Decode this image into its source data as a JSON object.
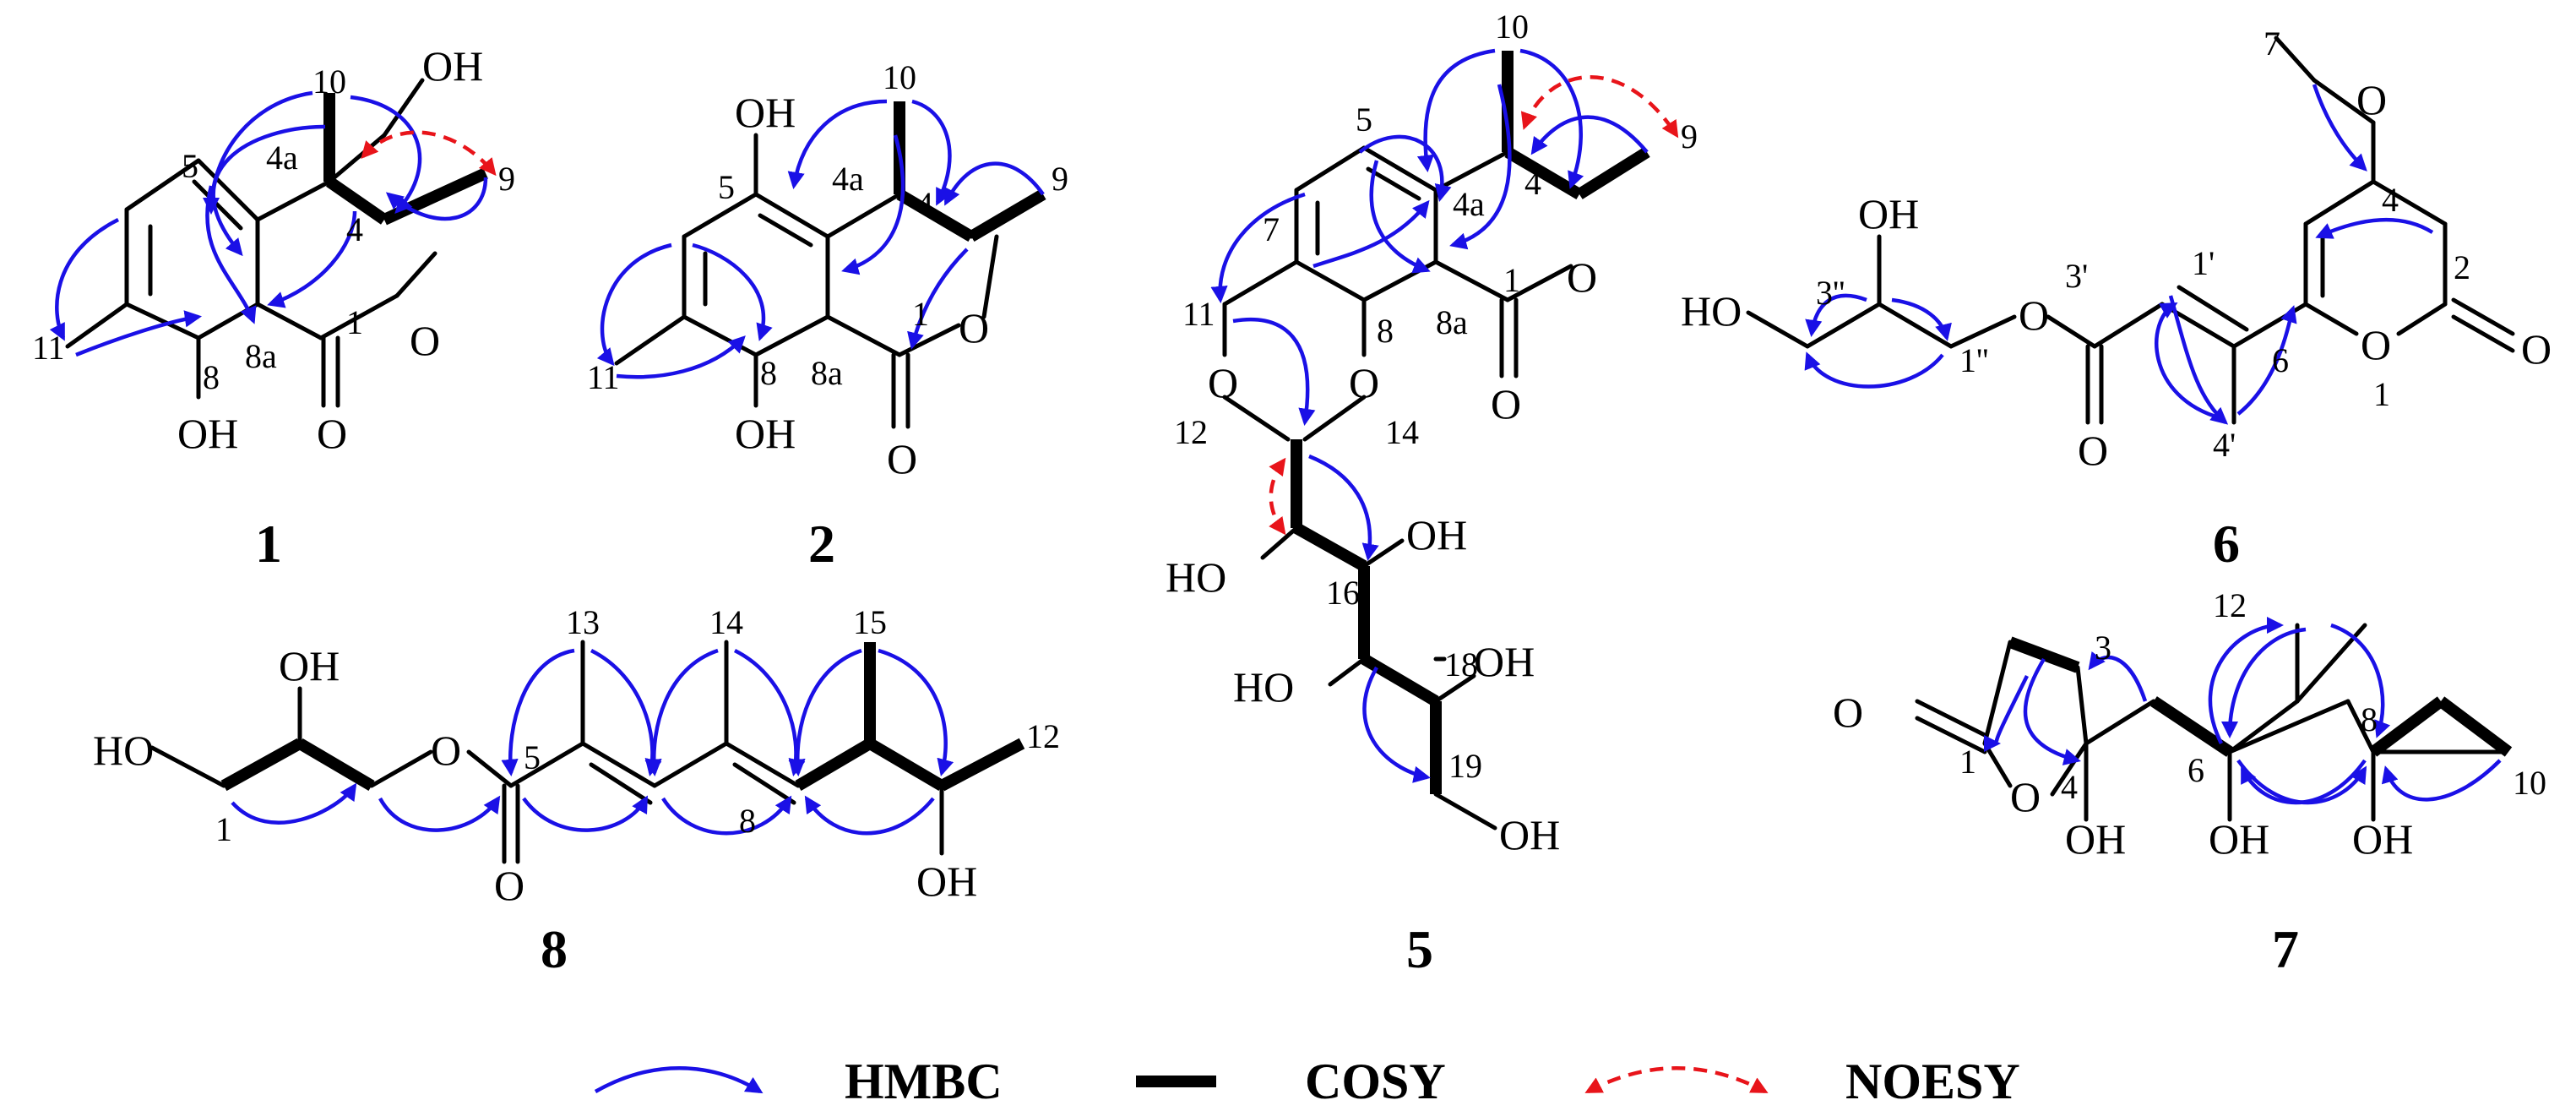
{
  "compounds": [
    {
      "id": "1",
      "labels": {
        "c10": "10",
        "c5": "5",
        "c4a": "4a",
        "c4": "4",
        "c9": "9",
        "c11": "11",
        "c8": "8",
        "c8a": "8a",
        "c1": "1"
      },
      "groups": {
        "oh_top": "OH",
        "oh_bot": "OH",
        "o_ring": "O",
        "o_co": "O"
      }
    },
    {
      "id": "2",
      "labels": {
        "c10": "10",
        "c5": "5",
        "c4a": "4a",
        "c4": "4",
        "c9": "9",
        "c11": "11",
        "c8": "8",
        "c8a": "8a",
        "c1": "1"
      },
      "groups": {
        "oh_top": "OH",
        "oh_bot": "OH",
        "o_ring": "O",
        "o_co": "O"
      }
    },
    {
      "id": "5",
      "labels": {
        "c10": "10",
        "c5": "5",
        "c4a": "4a",
        "c4": "4",
        "c9": "9",
        "c7": "7",
        "c11": "11",
        "c8": "8",
        "c8a": "8a",
        "c1": "1",
        "c12": "12",
        "c14": "14",
        "c16": "16",
        "c18": "18",
        "c19": "19"
      },
      "groups": {
        "o_ring": "O",
        "o_co": "O",
        "o12": "O",
        "o14": "O",
        "oh_a": "OH",
        "ho_b": "HO",
        "ho_c": "HO",
        "oh_d": "OH",
        "oh_e": "OH"
      }
    },
    {
      "id": "6",
      "labels": {
        "c7": "7",
        "c4": "4",
        "c2": "2",
        "c3pp": "3''",
        "c3p": "3'",
        "c1p": "1'",
        "c1pp": "1''",
        "c6": "6",
        "c1": "1",
        "c4p": "4'"
      },
      "groups": {
        "o_me": "O",
        "oh": "OH",
        "ho": "HO",
        "o_est": "O",
        "o_co": "O",
        "o_ring": "O",
        "o_lac": "O"
      }
    },
    {
      "id": "8",
      "labels": {
        "c13": "13",
        "c14": "14",
        "c15": "15",
        "c12": "12",
        "c5": "5",
        "c8": "8",
        "c1": "1"
      },
      "groups": {
        "oh_top": "OH",
        "ho": "HO",
        "o_est": "O",
        "o_co": "O",
        "oh_bot": "OH"
      }
    },
    {
      "id": "7",
      "labels": {
        "c12": "12",
        "c3": "3",
        "c8": "8",
        "c1": "1",
        "c4": "4",
        "c6": "6",
        "c10": "10"
      },
      "groups": {
        "o_co": "O",
        "o_ring": "O",
        "oh_a": "OH",
        "oh_b": "OH",
        "oh_c": "OH"
      }
    }
  ],
  "legend": {
    "hmbc": "HMBC",
    "cosy": "COSY",
    "noesy": "NOESY"
  },
  "colors": {
    "hmbc": "#1a10e6",
    "cosy": "#000000",
    "noesy": "#e8141a"
  }
}
